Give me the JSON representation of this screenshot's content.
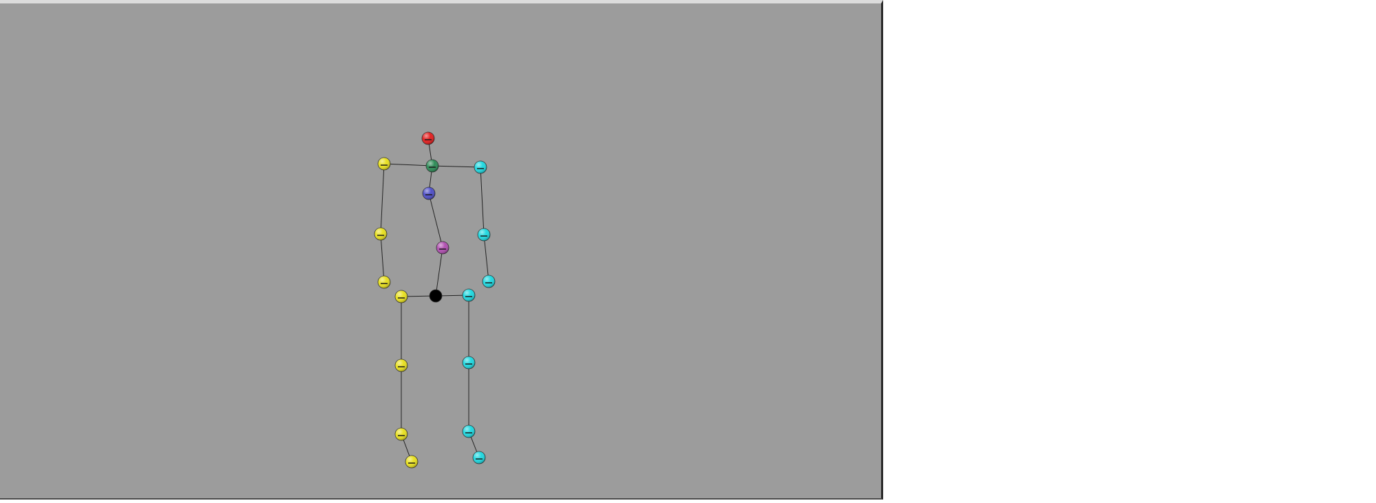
{
  "scene": {
    "background_color": "#9c9c9c",
    "bone_color": "#222222",
    "colors": {
      "head": "#e32020",
      "neck": "#2e8b57",
      "spine_upper": "#5050c8",
      "spine_mid": "#b050b0",
      "pelvis": "#000000",
      "left_side": "#e8e020",
      "right_side": "#20d8e0"
    },
    "joints": [
      {
        "id": "head",
        "group": "head"
      },
      {
        "id": "neck",
        "group": "neck"
      },
      {
        "id": "spine-upper",
        "group": "spine_upper"
      },
      {
        "id": "spine-mid",
        "group": "spine_mid"
      },
      {
        "id": "pelvis",
        "group": "pelvis"
      },
      {
        "id": "left-shoulder",
        "group": "left_side"
      },
      {
        "id": "left-elbow",
        "group": "left_side"
      },
      {
        "id": "left-wrist",
        "group": "left_side"
      },
      {
        "id": "left-hip",
        "group": "left_side"
      },
      {
        "id": "left-knee",
        "group": "left_side"
      },
      {
        "id": "left-ankle",
        "group": "left_side"
      },
      {
        "id": "left-foot",
        "group": "left_side"
      },
      {
        "id": "right-shoulder",
        "group": "right_side"
      },
      {
        "id": "right-elbow",
        "group": "right_side"
      },
      {
        "id": "right-wrist",
        "group": "right_side"
      },
      {
        "id": "right-hip",
        "group": "right_side"
      },
      {
        "id": "right-knee",
        "group": "right_side"
      },
      {
        "id": "right-ankle",
        "group": "right_side"
      },
      {
        "id": "right-foot",
        "group": "right_side"
      }
    ],
    "bones": [
      [
        "head",
        "neck"
      ],
      [
        "neck",
        "spine-upper"
      ],
      [
        "spine-upper",
        "spine-mid"
      ],
      [
        "spine-mid",
        "pelvis"
      ],
      [
        "neck",
        "left-shoulder"
      ],
      [
        "left-shoulder",
        "left-elbow"
      ],
      [
        "left-elbow",
        "left-wrist"
      ],
      [
        "neck",
        "right-shoulder"
      ],
      [
        "right-shoulder",
        "right-elbow"
      ],
      [
        "right-elbow",
        "right-wrist"
      ],
      [
        "pelvis",
        "left-hip"
      ],
      [
        "left-hip",
        "left-knee"
      ],
      [
        "left-knee",
        "left-ankle"
      ],
      [
        "left-ankle",
        "left-foot"
      ],
      [
        "pelvis",
        "right-hip"
      ],
      [
        "right-hip",
        "right-knee"
      ],
      [
        "right-knee",
        "right-ankle"
      ],
      [
        "right-ankle",
        "right-foot"
      ]
    ]
  }
}
